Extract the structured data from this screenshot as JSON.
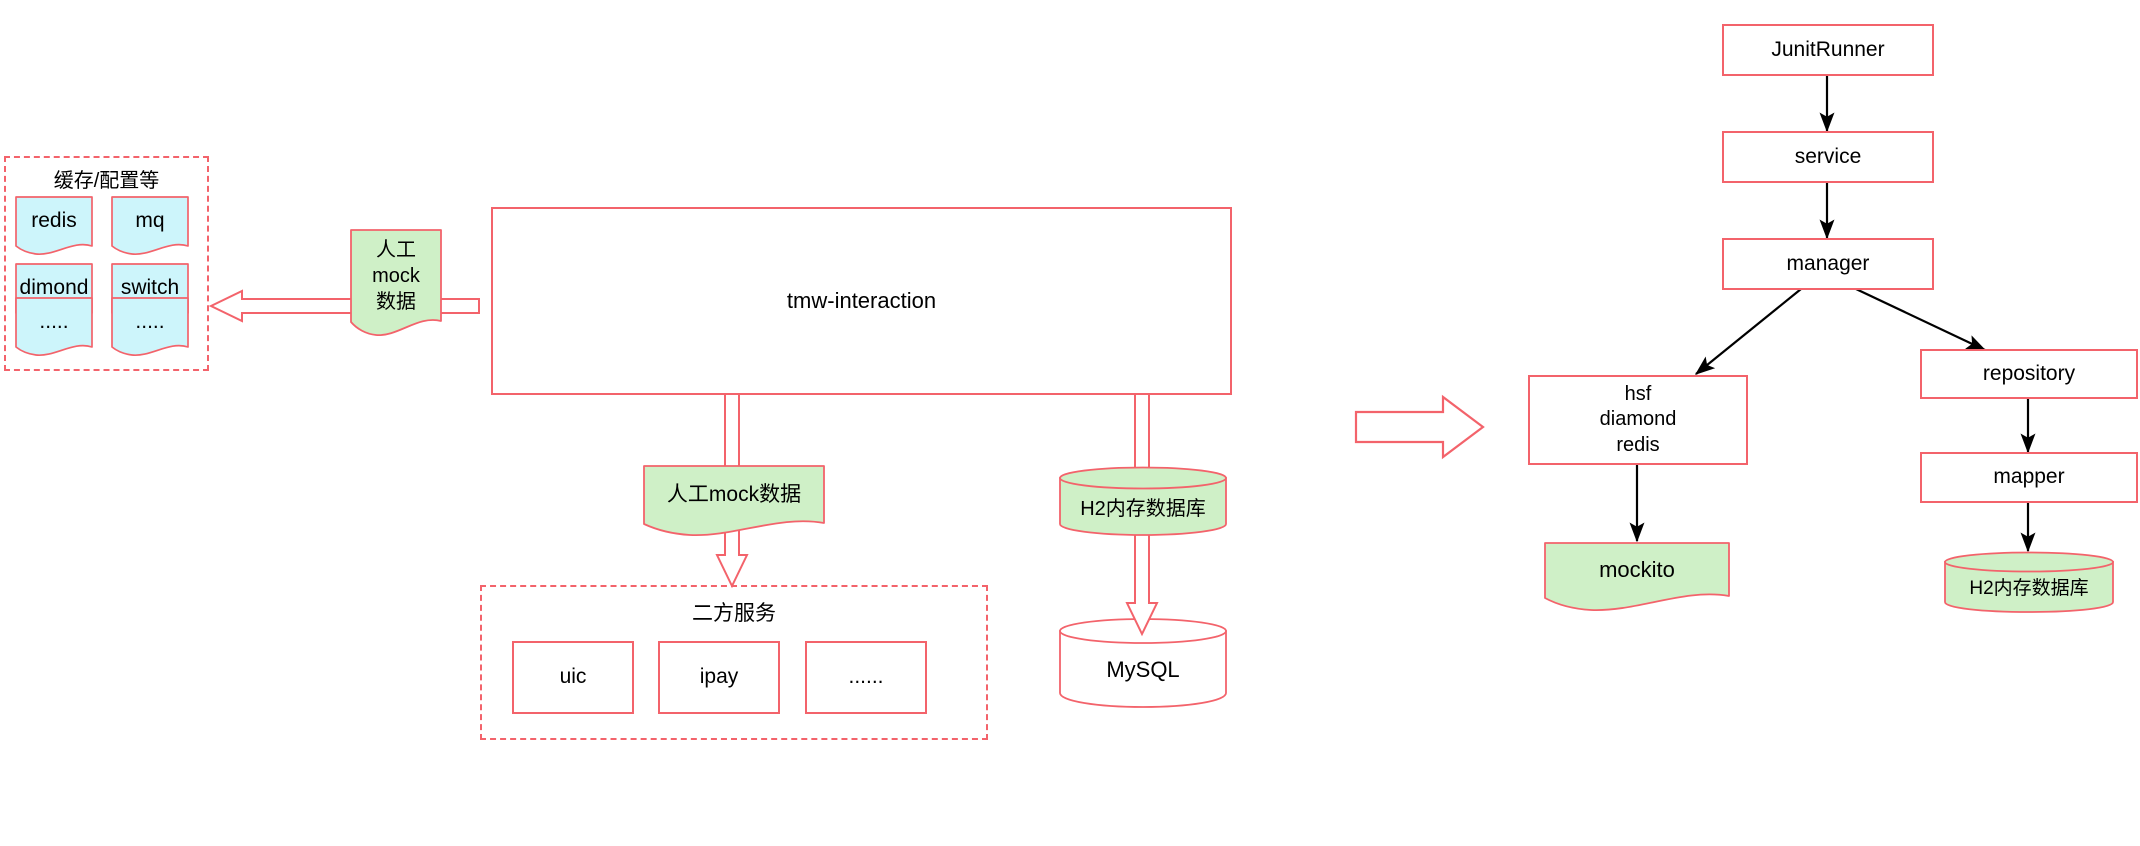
{
  "diagram": {
    "title_left": "缓存/配置等",
    "title_services": "二方服务",
    "colors": {
      "stroke_red": "#f3636b",
      "fill_cyan": "#cdf5fb",
      "fill_green": "#cff0c7",
      "fill_white": "#ffffff",
      "connector_black": "#000000"
    }
  },
  "left_panel": {
    "title": "缓存/配置等",
    "items": [
      {
        "label": "redis"
      },
      {
        "label": "mq"
      },
      {
        "label": "dimond"
      },
      {
        "label": "switch"
      },
      {
        "label": "....."
      },
      {
        "label": "....."
      }
    ]
  },
  "mock_note": {
    "label": "人工\nmock\n数据"
  },
  "main_box": {
    "label": "tmw-interaction"
  },
  "mock_data_note": {
    "label": "人工mock数据"
  },
  "services_panel": {
    "title": "二方服务",
    "items": [
      {
        "label": "uic"
      },
      {
        "label": "ipay"
      },
      {
        "label": "......"
      }
    ]
  },
  "db_chain": {
    "h2_label": "H2内存数据库",
    "mysql_label": "MySQL"
  },
  "right_flow": {
    "nodes": [
      {
        "id": "junitrunner",
        "label": "JunitRunner"
      },
      {
        "id": "service",
        "label": "service"
      },
      {
        "id": "manager",
        "label": "manager"
      },
      {
        "id": "hsf-group",
        "label": "hsf\ndiamond\nredis"
      },
      {
        "id": "repository",
        "label": "repository"
      },
      {
        "id": "mapper",
        "label": "mapper"
      },
      {
        "id": "mockito",
        "label": "mockito"
      },
      {
        "id": "h2-db",
        "label": "H2内存数据库"
      }
    ]
  }
}
